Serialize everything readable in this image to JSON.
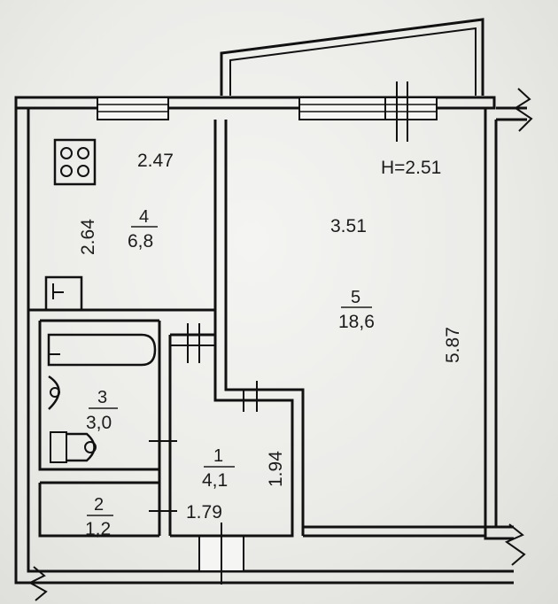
{
  "ceiling_height": "H=2.51",
  "rooms": [
    {
      "number": "4",
      "area": "6,8"
    },
    {
      "number": "5",
      "area": "18,6"
    },
    {
      "number": "3",
      "area": "3,0"
    },
    {
      "number": "2",
      "area": "1,2"
    },
    {
      "number": "1",
      "area": "4,1"
    }
  ],
  "dimensions": {
    "kitchen_width": "2.47",
    "kitchen_length": "2.64",
    "living_width": "3.51",
    "living_length": "5.87",
    "hall_length": "1.94",
    "hall_width": "1.79"
  }
}
